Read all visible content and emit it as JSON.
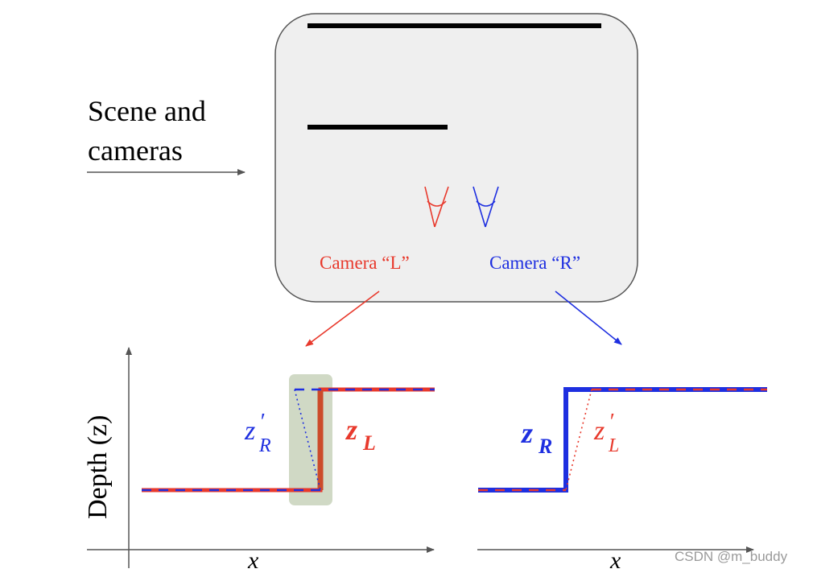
{
  "scene": {
    "label_line1": "Scene and",
    "label_line2": "cameras",
    "camera_left_label": "Camera “L”",
    "camera_right_label": "Camera “R”"
  },
  "plots": {
    "y_axis_label": "Depth (z)",
    "x_axis_label": "x",
    "left_plot": {
      "z_r_prime": {
        "base": "z",
        "prime": "′",
        "sub": "R"
      },
      "z_l": {
        "base": "z",
        "sub": "L"
      }
    },
    "right_plot": {
      "z_r": {
        "base": "z",
        "sub": "R"
      },
      "z_l_prime": {
        "base": "z",
        "prime": "′",
        "sub": "L"
      }
    }
  },
  "watermark": "CSDN @m_buddy",
  "colors": {
    "red": "#e8392c",
    "blue": "#1e2fe0",
    "box_fill": "#efefef",
    "highlight": "#c8d2bb",
    "axis": "#555555"
  }
}
